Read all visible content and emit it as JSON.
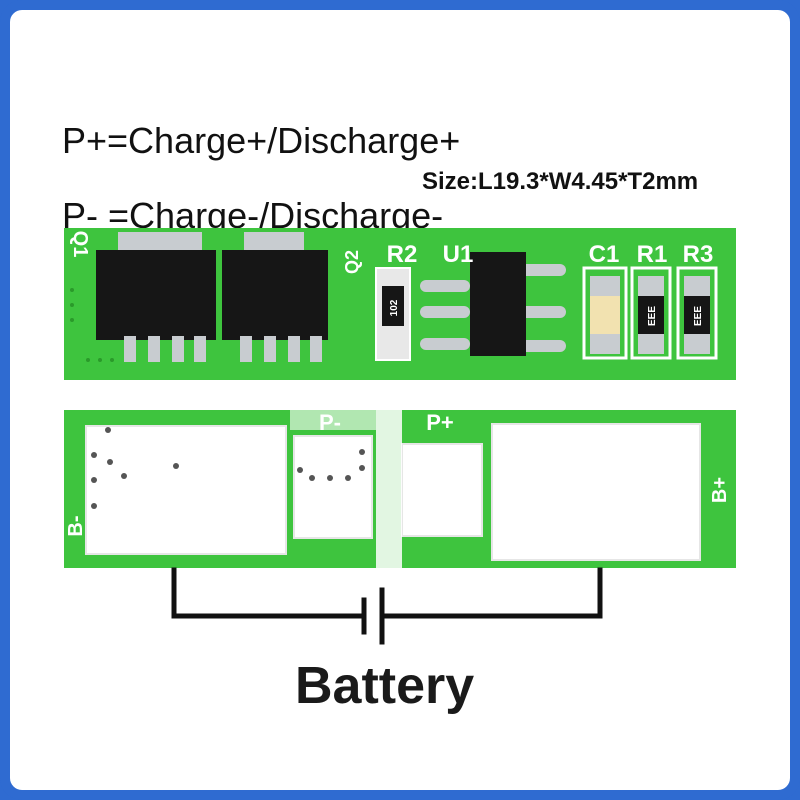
{
  "labels": {
    "p_plus": "P+=Charge+/Discharge+",
    "p_minus": "P- =Charge-/Discharge-",
    "size": "Size:L19.3*W4.45*T2mm",
    "battery": "Battery"
  },
  "board_top": {
    "silkscreen": [
      "Q1",
      "Q2",
      "R2",
      "U1",
      "C1",
      "R1",
      "R3"
    ],
    "chip_markings": [
      "102",
      "EEE",
      "EEE"
    ]
  },
  "board_bottom": {
    "silkscreen": [
      "P-",
      "P+",
      "B-",
      "B+"
    ]
  },
  "colors": {
    "border": "#2f6bd1",
    "pcb_green": "#3ec43e",
    "component_black": "#161616",
    "pad_silver": "#c8ccd0"
  }
}
